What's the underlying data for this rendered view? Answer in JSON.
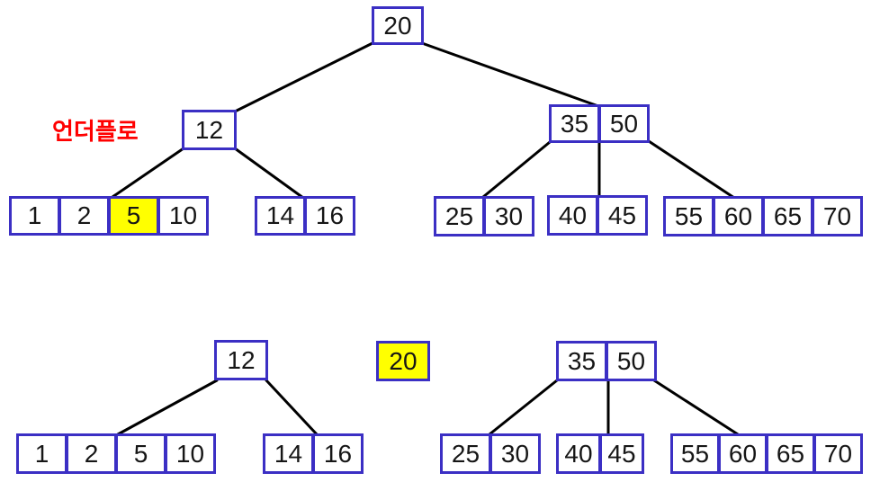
{
  "colors": {
    "node_border": "#3B2FC4",
    "highlight": "#FFFF00",
    "label_red": "#FF0000",
    "edge": "#000000",
    "key_text": "#161616",
    "bg": "#FFFFFF"
  },
  "annotation": {
    "underflow_label": "언더플로"
  },
  "before": {
    "root": [
      "20"
    ],
    "node12": [
      "12"
    ],
    "node3550": [
      "35",
      "50"
    ],
    "leaf1": [
      "1",
      "2",
      "5",
      "10"
    ],
    "leaf2": [
      "14",
      "16"
    ],
    "leaf3": [
      "25",
      "30"
    ],
    "leaf4": [
      "40",
      "45"
    ],
    "leaf5": [
      "55",
      "60",
      "65",
      "70"
    ],
    "highlighted_key": "5"
  },
  "after": {
    "node12": [
      "12"
    ],
    "detached": [
      "20"
    ],
    "node3550": [
      "35",
      "50"
    ],
    "leaf1": [
      "1",
      "2",
      "5",
      "10"
    ],
    "leaf2": [
      "14",
      "16"
    ],
    "leaf3": [
      "25",
      "30"
    ],
    "leaf4": [
      "40",
      "45"
    ],
    "leaf5": [
      "55",
      "60",
      "65",
      "70"
    ],
    "highlighted_key": "20"
  }
}
